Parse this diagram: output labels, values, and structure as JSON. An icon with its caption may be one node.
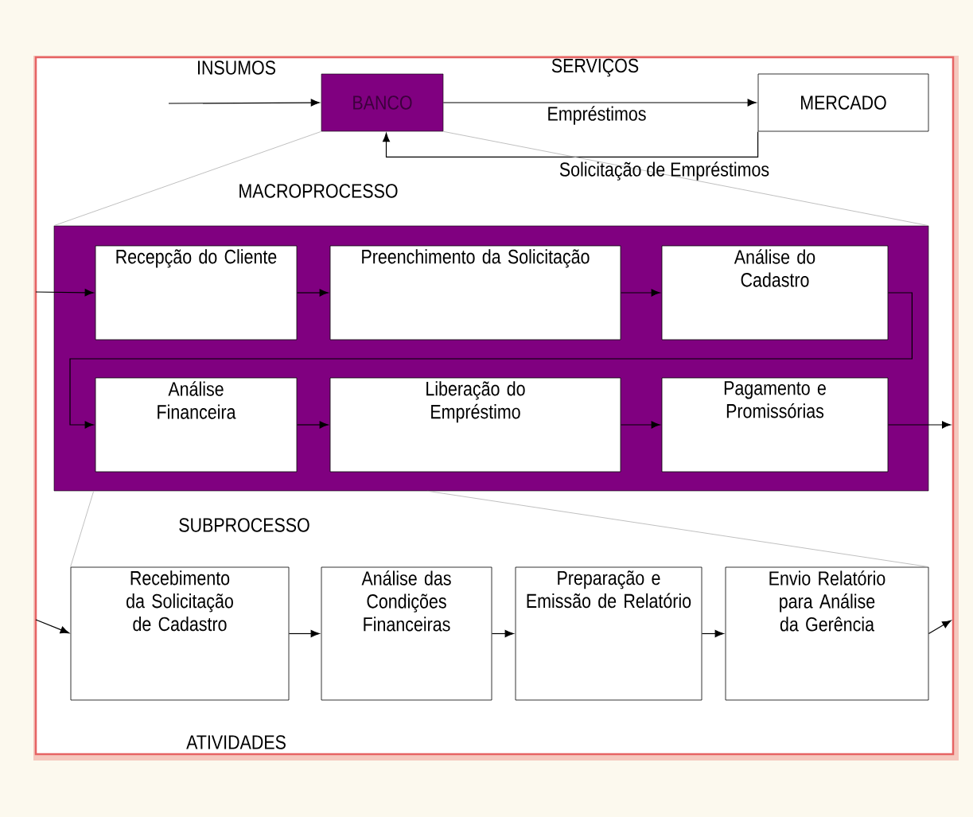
{
  "diagram": {
    "nodes": [
      {
        "text": [
          "BANCO"
        ]
      },
      {
        "text": [
          "MERCADO"
        ]
      },
      {
        "text": [],
        "shape": "box"
      },
      {
        "text": [
          "Recepção do Cliente"
        ],
        "in": 2
      },
      {
        "text": [
          "Preenchimento da Solicitação"
        ],
        "in": 2
      },
      {
        "text": [
          "Análise do Cadastro"
        ],
        "in": 2
      },
      {
        "text": [
          "Análise Financeira"
        ],
        "in": 2
      },
      {
        "text": [
          "Liberação do Empréstimo"
        ],
        "in": 2
      },
      {
        "text": [
          "Pagamento e Promissórias"
        ],
        "in": 2
      },
      {
        "text": [
          "Recebimento da Solicitação de Cadastro"
        ]
      },
      {
        "text": [
          "Análise das Condições Financeiras"
        ]
      },
      {
        "text": [
          "Preparação e Emissão de Relatório"
        ]
      },
      {
        "text": [
          "Envio Relatório para Análise da Gerência"
        ]
      }
    ],
    "edges": [
      {
        "from": null,
        "to": 0,
        "arrow": "to"
      },
      {
        "from": 0,
        "to": 1,
        "arrow": "to"
      },
      {
        "from": 1,
        "to": 0,
        "arrow": "to"
      },
      {
        "from": null,
        "to": 3,
        "arrow": "to"
      },
      {
        "from": 3,
        "to": 4,
        "arrow": "to"
      },
      {
        "from": 4,
        "to": 5,
        "arrow": "to"
      },
      {
        "from": 5,
        "to": 6,
        "arrow": "to"
      },
      {
        "from": 6,
        "to": 7,
        "arrow": "to"
      },
      {
        "from": 7,
        "to": 8,
        "arrow": "to"
      },
      {
        "from": 8,
        "to": null,
        "arrow": "to"
      },
      {
        "from": null,
        "to": 9,
        "arrow": "to"
      },
      {
        "from": 9,
        "to": 10,
        "arrow": "to"
      },
      {
        "from": 10,
        "to": 11,
        "arrow": "to"
      },
      {
        "from": 11,
        "to": 12,
        "arrow": "to"
      },
      {
        "from": 12,
        "to": null,
        "arrow": "to"
      },
      {
        "from": 0,
        "to": 2,
        "arrow": "none",
        "color": "#b0b0b0"
      },
      {
        "from": 0,
        "to": 2,
        "arrow": "none",
        "color": "#b0b0b0"
      },
      {
        "from": 2,
        "to": 9,
        "arrow": "none",
        "color": "#b0b0b0"
      },
      {
        "from": 2,
        "to": 12,
        "arrow": "none",
        "color": "#b0b0b0"
      }
    ],
    "labels": [
      "INSUMOS",
      "SERVIÇOS",
      "Empréstimos",
      "Solicitação  de Empréstimos",
      "MACROPROCESSO",
      "SUBPROCESSO",
      "ATIVIDADES"
    ]
  }
}
